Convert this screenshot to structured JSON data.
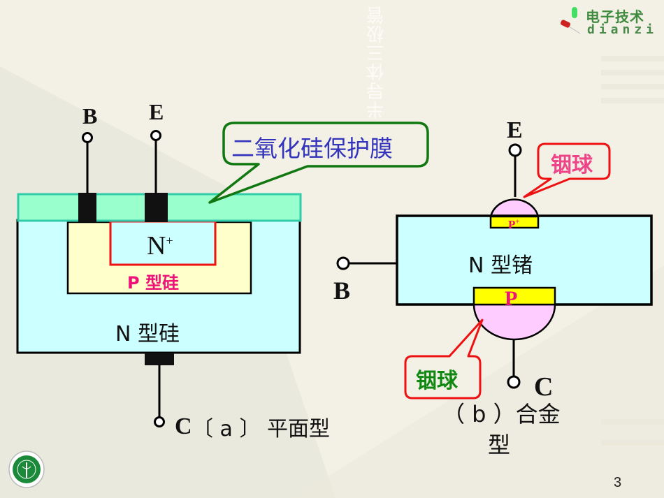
{
  "slide": {
    "page_number": "3",
    "watermark": "半导体三极管",
    "logo": {
      "cn": "电子技术",
      "en": "dianzi"
    }
  },
  "diagram_a": {
    "terminals": {
      "base": "B",
      "emitter": "E",
      "collector": "C"
    },
    "oxide_callout": "二氧化硅保护膜",
    "n_plus": {
      "main": "N",
      "sup": "+"
    },
    "p_region": "P 型硅",
    "n_region": "N 型硅",
    "caption": "〔 a 〕 平面型"
  },
  "diagram_b": {
    "terminals": {
      "base": "B",
      "emitter": "E",
      "collector": "C"
    },
    "indium_top_callout": "铟球",
    "indium_bottom_callout": "铟球",
    "p_plus": {
      "main": "P",
      "sup": "+"
    },
    "p_region": "P",
    "n_region": "N 型锗",
    "caption_line1": "（ b ）合金",
    "caption_line2": "型"
  },
  "colors": {
    "oxide": "#99ffcc",
    "oxide_border": "#33ccaa",
    "n_silicon": "#ccffff",
    "p_silicon": "#ffffcc",
    "n_plus_border": "#ee1111",
    "indium": "#ffccff",
    "p_layer": "#ffff00",
    "magenta_text": "#ee1177",
    "callout_green": "#117711",
    "callout_blue_text": "#3333bb",
    "callout_red": "#ee1111",
    "callout_pink_text": "#ee4488",
    "callout_green_text": "#118811"
  }
}
